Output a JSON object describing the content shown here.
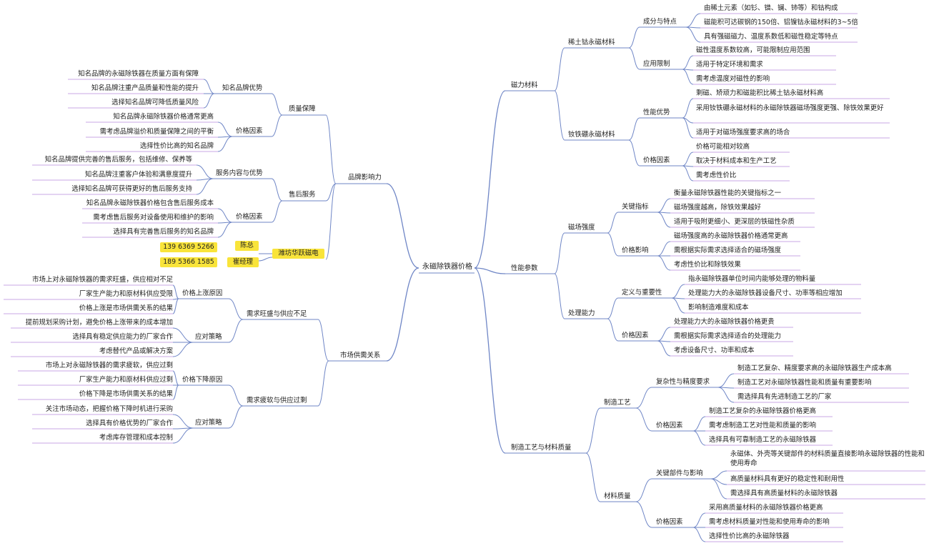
{
  "colors": {
    "line": "#6f86c6",
    "underline": "#c9a7e6"
  },
  "root": "永磁除铁器价格",
  "left": {
    "brand": {
      "title": "品牌影响力",
      "quality": {
        "title": "质量保障",
        "adv": {
          "title": "知名品牌优势",
          "items": [
            "知名品牌的永磁除铁器在质量方面有保障",
            "知名品牌注重产品质量和性能的提升",
            "选择知名品牌可降低质量风险"
          ]
        },
        "price": {
          "title": "价格因素",
          "items": [
            "知名品牌永磁除铁器价格通常更高",
            "需考虑品牌溢价和质量保障之间的平衡",
            "选择性价比高的知名品牌"
          ]
        }
      },
      "after": {
        "title": "售后服务",
        "content": {
          "title": "服务内容与优势",
          "items": [
            "知名品牌提供完善的售后服务，包括维修、保养等",
            "知名品牌注重客户体验和满意度提升",
            "选择知名品牌可获得更好的售后服务支持"
          ]
        },
        "price": {
          "title": "价格因素",
          "items": [
            "知名品牌永磁除铁器价格包含售后服务成本",
            "需考虑售后服务对设备使用和维护的影响",
            "选择具有完善售后服务的知名品牌"
          ]
        }
      },
      "company": {
        "title": "潍坊华跃磁电",
        "contacts": [
          {
            "name": "陈总",
            "phone": "139 6369 5266"
          },
          {
            "name": "崔经理",
            "phone": "189 5366 1585"
          }
        ]
      }
    },
    "market": {
      "title": "市场供需关系",
      "high": {
        "title": "需求旺盛与供应不足",
        "reason": {
          "title": "价格上涨原因",
          "items": [
            "市场上对永磁除铁器的需求旺盛，供应相对不足",
            "厂家生产能力和原材料供应受限",
            "价格上涨是市场供需关系的结果"
          ]
        },
        "strategy": {
          "title": "应对策略",
          "items": [
            "提前规划采购计划，避免价格上涨带来的成本增加",
            "选择具有稳定供应能力的厂家合作",
            "考虑替代产品或解决方案"
          ]
        }
      },
      "low": {
        "title": "需求疲软与供应过剩",
        "reason": {
          "title": "价格下降原因",
          "items": [
            "市场上对永磁除铁器的需求疲软，供应过剩",
            "厂家生产能力和原材料供应过剩",
            "价格下降是市场供需关系的结果"
          ]
        },
        "strategy": {
          "title": "应对策略",
          "items": [
            "关注市场动态，把握价格下降时机进行采购",
            "选择具有价格优势的厂家合作",
            "考虑库存管理和成本控制"
          ]
        }
      }
    }
  },
  "right": {
    "magnet": {
      "title": "磁力材料",
      "rare": {
        "title": "稀土钴永磁材料",
        "comp": {
          "title": "成分与特点",
          "items": [
            "由稀土元素（如钐、镨、镧、铈等）和钴构成",
            "磁能积可达碳钢的150倍、铝镍钴永磁材料的3~5倍",
            "具有强磁磁力、温度系数低和磁性稳定等特点"
          ]
        },
        "limit": {
          "title": "应用限制",
          "items": [
            "磁性温度系数较高，可能限制应用范围",
            "适用于特定环境和需求",
            "需考虑温度对磁性的影响"
          ]
        }
      },
      "ndfeb": {
        "title": "钕铁硼永磁材料",
        "perf": {
          "title": "性能优势",
          "items": [
            "剩磁、矫顽力和磁能积比稀土钴永磁材料高",
            "采用钕铁硼永磁材料的永磁除铁器磁场强度更强、除铁效果更好",
            "适用于对磁场强度要求高的场合"
          ]
        },
        "price": {
          "title": "价格因素",
          "items": [
            "价格可能相对较高",
            "取决于材料成本和生产工艺",
            "需考虑性价比"
          ]
        }
      }
    },
    "perf": {
      "title": "性能参数",
      "field": {
        "title": "磁场强度",
        "key": {
          "title": "关键指标",
          "items": [
            "衡量永磁除铁器性能的关键指标之一",
            "磁场强度越高，除铁效果越好",
            "适用于吸附更细小、更深层的铁磁性杂质"
          ]
        },
        "price": {
          "title": "价格影响",
          "items": [
            "磁场强度高的永磁除铁器价格通常更高",
            "需根据实际需求选择适合的磁场强度",
            "考虑性价比和除铁效果"
          ]
        }
      },
      "capacity": {
        "title": "处理能力",
        "def": {
          "title": "定义与重要性",
          "items": [
            "指永磁除铁器单位时间内能够处理的物料量",
            "处理能力大的永磁除铁器设备尺寸、功率等相应增加",
            "影响制造难度和成本"
          ]
        },
        "price": {
          "title": "价格因素",
          "items": [
            "处理能力大的永磁除铁器价格更贵",
            "需根据实际需求选择适合的处理能力",
            "考虑设备尺寸、功率和成本"
          ]
        }
      }
    },
    "mfg": {
      "title": "制造工艺与材料质量",
      "craft": {
        "title": "制造工艺",
        "req": {
          "title": "复杂性与精度要求",
          "items": [
            "制造工艺复杂、精度要求高的永磁除铁器生产成本高",
            "制造工艺对永磁除铁器性能和质量有重要影响",
            "需选择具有先进制造工艺的厂家"
          ]
        },
        "price": {
          "title": "价格因素",
          "items": [
            "制造工艺复杂的永磁除铁器价格更高",
            "需考虑制造工艺对性能和质量的影响",
            "选择具有可靠制造工艺的永磁除铁器"
          ]
        }
      },
      "material": {
        "title": "材料质量",
        "key": {
          "title": "关键部件与影响",
          "items": [
            "永磁体、外壳等关键部件的材料质量直接影响永磁除铁器的性能和使用寿命",
            "高质量材料具有更好的稳定性和耐用性",
            "需选择具有高质量材料的永磁除铁器"
          ]
        },
        "price": {
          "title": "价格因素",
          "items": [
            "采用高质量材料的永磁除铁器价格更高",
            "需考虑材料质量对性能和使用寿命的影响",
            "选择性价比高的永磁除铁器"
          ]
        }
      }
    }
  }
}
